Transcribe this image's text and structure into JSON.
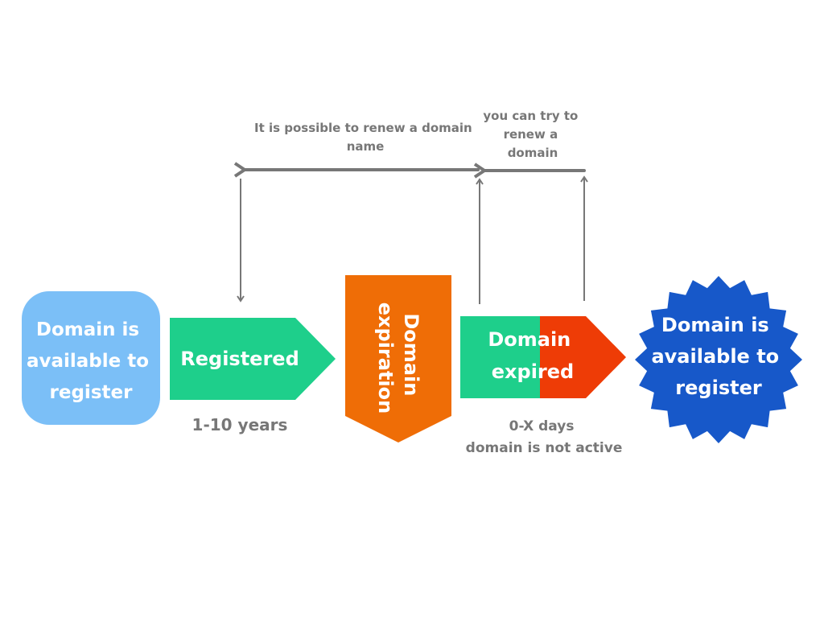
{
  "nodes": {
    "available_start": {
      "lines": [
        "Domain is",
        "available to",
        "register"
      ],
      "color": "#7bbff7"
    },
    "registered": {
      "label": "Registered",
      "color": "#1ecf8b"
    },
    "expiration": {
      "lines": [
        "Domain",
        "expiration"
      ],
      "color": "#ef6d06"
    },
    "expired": {
      "lines": [
        "Domain",
        "expired"
      ],
      "color_left": "#1ecf8b",
      "color_right": "#ee3c06"
    },
    "available_end": {
      "lines": [
        "Domain is",
        "available to",
        "register"
      ],
      "color": "#1758c9"
    }
  },
  "labels": {
    "registered_duration": "1-10 years",
    "expired_duration": [
      "0-X days",
      "domain is not  active"
    ],
    "renew_possible": [
      "It is possible to renew a domain",
      "name"
    ],
    "try_renew": [
      "you can try to",
      "renew a",
      "domain"
    ]
  },
  "colors": {
    "arrow": "#777777",
    "label": "#777777"
  }
}
